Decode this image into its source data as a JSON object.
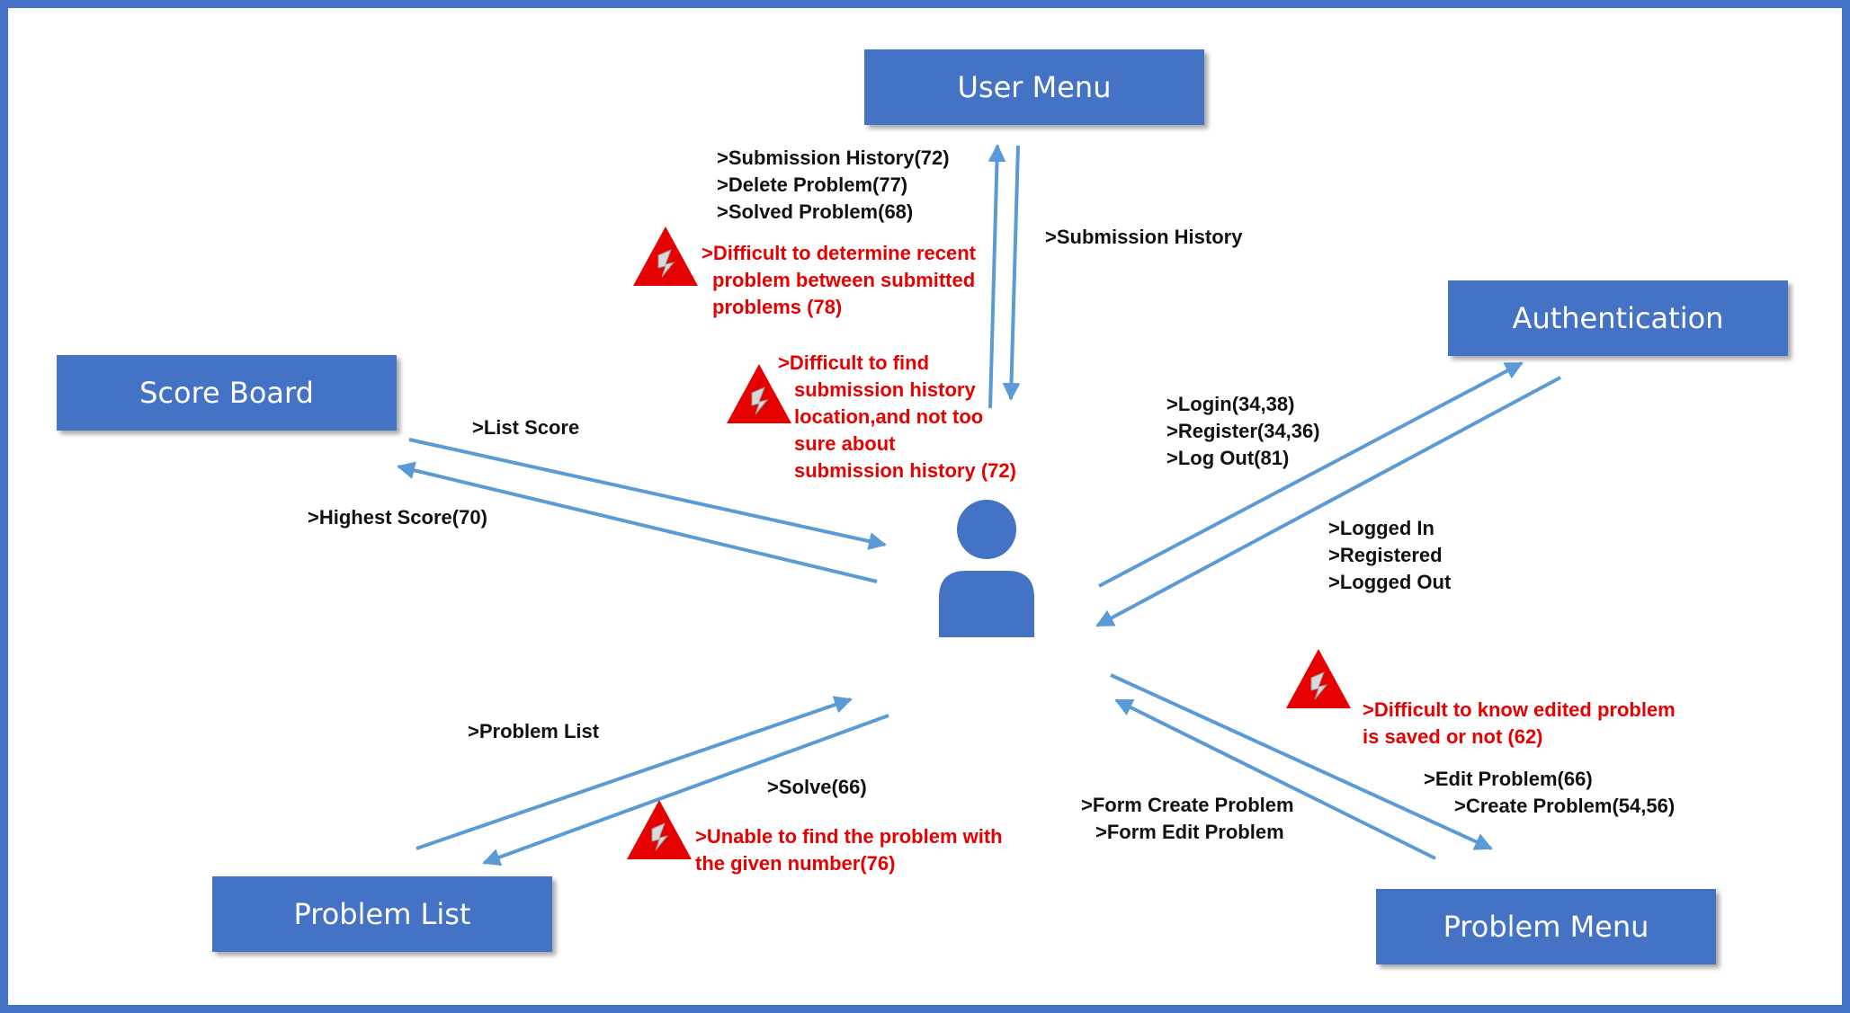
{
  "nodes": {
    "user_menu": "User Menu",
    "authentication": "Authentication",
    "score_board": "Score Board",
    "problem_list": "Problem List",
    "problem_menu": "Problem Menu"
  },
  "labels": {
    "user_menu_out": [
      ">Submission History(72)",
      ">Delete Problem(77)",
      ">Solved Problem(68)"
    ],
    "user_menu_in": ">Submission History",
    "auth_out": [
      ">Login(34,38)",
      ">Register(34,36)",
      ">Log Out(81)"
    ],
    "auth_in": [
      ">Logged In",
      ">Registered",
      ">Logged Out"
    ],
    "score_out": ">List Score",
    "score_in": ">Highest Score(70)",
    "problem_list_out": ">Problem List",
    "problem_list_in": ">Solve(66)",
    "problem_menu_in": [
      ">Form Create Problem",
      ">Form Edit Problem"
    ],
    "problem_menu_out": [
      ">Edit Problem(66)",
      ">Create Problem(54,56)"
    ]
  },
  "issues": {
    "recent_problem": [
      ">Difficult to determine recent",
      "problem between submitted",
      "problems (78)"
    ],
    "submission_location": [
      ">Difficult to find",
      "submission history",
      "location,and not too",
      "sure about",
      "submission history  (72)"
    ],
    "edited_problem": [
      ">Difficult to know edited problem",
      "is saved or not (62)"
    ],
    "problem_number": [
      ">Unable to find the problem with",
      "the given number(76)"
    ]
  },
  "colors": {
    "box": "#4472c4",
    "arrow": "#5b9bd5",
    "issue_text": "#e60000",
    "warning_fill": "#e60000"
  }
}
